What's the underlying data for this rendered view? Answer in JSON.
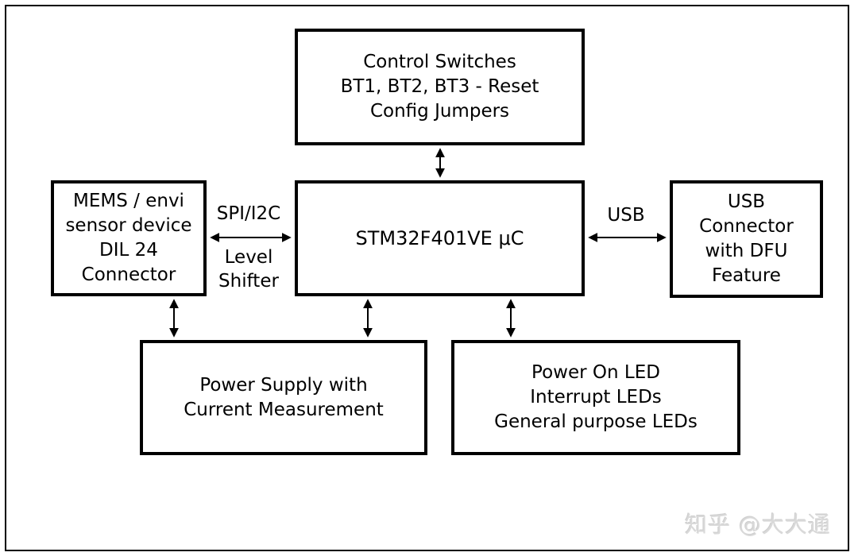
{
  "blocks": {
    "control_switches": {
      "lines": [
        "Control Switches",
        "BT1, BT2, BT3 - Reset",
        "Config Jumpers"
      ]
    },
    "mems_sensor": {
      "lines": [
        "MEMS / envi",
        "sensor device",
        "DIL 24",
        "Connector"
      ]
    },
    "mcu": {
      "label": "STM32F401VE μC"
    },
    "usb_connector": {
      "lines": [
        "USB",
        "Connector",
        "with DFU",
        "Feature"
      ]
    },
    "power_supply": {
      "lines": [
        "Power Supply with",
        "Current Measurement"
      ]
    },
    "led_block": {
      "lines": [
        "Power On LED",
        "Interrupt LEDs",
        "General purpose LEDs"
      ]
    }
  },
  "bus_labels": {
    "spi_i2c": "SPI/I2C",
    "level_shifter": [
      "Level",
      "Shifter"
    ],
    "usb": "USB"
  },
  "watermark": "知乎 @大大通",
  "colors": {
    "line": "#000000",
    "background": "#ffffff",
    "watermark": "#d9d9d9"
  }
}
